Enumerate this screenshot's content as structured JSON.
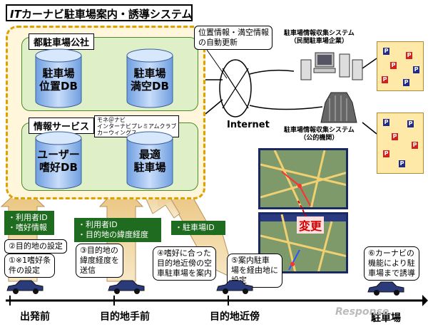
{
  "title": {
    "prefix": "IT",
    "text": "カーナビ駐車場案内・誘導システム"
  },
  "org_label": "都駐車場公社",
  "db_location": "駐車場\n位置DB",
  "db_vacancy": "駐車場\n満空DB",
  "service_label": "情報サービス",
  "service_providers": "モネ＠ナビ\nインターナビプレミアムクラブ\nカーウィングス",
  "db_user": "ユーザー\n嗜好DB",
  "db_optimal": "最適\n駐車場",
  "auto_update": "位置情報・満空情報\nの自動更新",
  "internet_label": "Internet",
  "private_system": "駐車場情報収集システム\n（民間駐車場企業）",
  "public_system": "駐車場情報収集システム\n（公的機関）",
  "send_box_1": "・利用者ID\n・嗜好情報",
  "send_box_2": "・利用者ID\n・目的地の緯度経度",
  "send_box_3": "・駐車場ID",
  "step_2": "②目的地の設定",
  "step_1": "①※1嗜好条\n件の設定",
  "step_3": "③目的地の\n緯度経度を\n送信",
  "step_4": "④嗜好に合った\n目的地近傍の空\n車駐車場を案内",
  "step_5": "⑤案内駐車\n場を経由地に\n設定",
  "step_6": "⑥カーナビの\n機能により駐\n車場まで誘導",
  "change_label": "変更",
  "stages": [
    "出発前",
    "目的地手前",
    "目的地近傍",
    "駐車場"
  ],
  "watermark": "Response.",
  "parking_icon": "P",
  "colors": {
    "green_label": "#1f6b1f",
    "db_fill": "#a7c6ee",
    "arrow_fill": "#f2dcaa",
    "outer_border": "#e0a000",
    "change_red": "#d40000"
  }
}
